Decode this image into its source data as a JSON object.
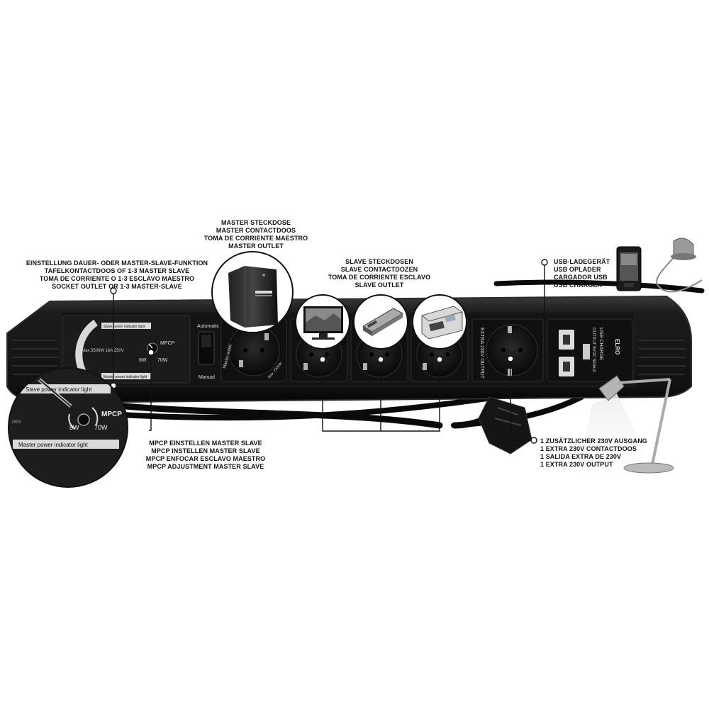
{
  "callouts": {
    "master": [
      "MASTER STECKDOSE",
      "MASTER CONTACTDOOS",
      "TOMA DE CORRIENTE MAESTRO",
      "MASTER OUTLET"
    ],
    "mode": [
      "EINSTELLUNG DAUER- ODER MASTER-SLAVE-FUNKTION",
      "TAFELKONTACTDOOS OF 1-3 MASTER SLAVE",
      "TOMA DE CORRIENTE O 1-3 ESCLAVO MAESTRO",
      "SOCKET OUTLET OR 1-3 MASTER-SLAVE"
    ],
    "slave": [
      "SLAVE STECKDOSEN",
      "SLAVE CONTACTDOZEN",
      "TOMA DE CORRIENTE ESCLAVO",
      "SLAVE OUTLET"
    ],
    "usb": [
      "USB-LADEGERÄT",
      "USB OPLADER",
      "CARGADOR USB",
      "USB CHARGER"
    ],
    "mpcp": [
      "MPCP EINSTELLEN MASTER SLAVE",
      "MPCP INSTELLEN MASTER SLAVE",
      "MPCP ENFOCAR ESCLAVO MAESTRO",
      "MPCP ADJUSTMENT MASTER SLAVE"
    ],
    "extra": [
      "1 ZUSÄTZLICHER 230V AUSGANG",
      "1 EXTRA 230V CONTACTDOOS",
      "1 SALIDA EXTRA DE 230V",
      "1 EXTRA 230V OUTPUT"
    ]
  },
  "strip": {
    "slave_label": "Slave",
    "slave_indicator": "Slave power indicator light",
    "master_indicator": "Master power indicator light",
    "rating": "Max.3500W 16A 250V",
    "mpcp": "MPCP",
    "min_watt": "8W",
    "max_watt": "70W",
    "automatic": "Automatic",
    "manual": "Manual",
    "master_outlet": "Master outlet",
    "max_master": "Max. 2300W",
    "extra_output": "EXTRA 230V OUTPUT",
    "usb_charge": "USB CHARGE",
    "usb_output": "OUTPUT 5VDC 500mA",
    "brand": "ELRO"
  },
  "zoom": {
    "slave_indicator": "Slave power indicator light",
    "master_indicator": "Master power indicator light",
    "mpcp": "MPCP",
    "min_watt": "8W",
    "max_watt": "70W",
    "voltage": "250V"
  },
  "colors": {
    "strip": "#161616",
    "strip_edge": "#2a2a2a",
    "socket": "#0e0e0e",
    "label_band": "#d9d9d9",
    "leader": "#111111"
  }
}
